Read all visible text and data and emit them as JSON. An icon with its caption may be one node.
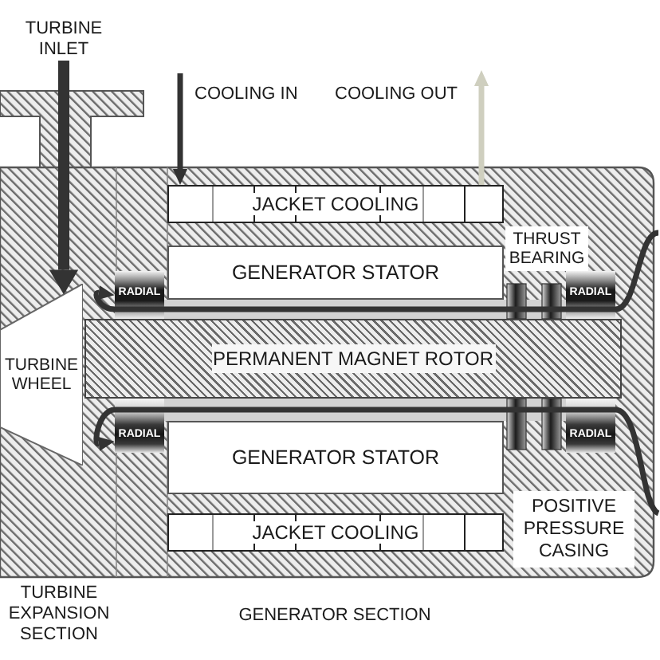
{
  "diagram": {
    "nodes": [
      {
        "text": [
          "TURBINE INLET"
        ]
      },
      {
        "text": [
          "JACKET COOLING"
        ]
      },
      {
        "text": [
          "GENERATOR STATOR"
        ]
      },
      {
        "text": [
          "THRUST BEARING"
        ]
      },
      {
        "text": [
          "RADIAL"
        ]
      },
      {
        "text": [
          "RADIAL"
        ]
      },
      {
        "text": [
          "TURBINE WHEEL"
        ]
      },
      {
        "text": [
          "PERMANENT MAGNET ROTOR"
        ]
      },
      {
        "text": [
          "RADIAL"
        ]
      },
      {
        "text": [
          "RADIAL"
        ]
      },
      {
        "text": [
          "GENERATOR STATOR"
        ]
      },
      {
        "text": [
          "POSITIVE PRESSURE CASING"
        ]
      },
      {
        "text": [
          "JACKET COOLING"
        ]
      }
    ],
    "edges": [
      {
        "from": 0,
        "to": 6,
        "arrow": "to",
        "style": "thick"
      },
      {
        "from": null,
        "to": 1,
        "arrow": "to",
        "label": "COOLING IN"
      },
      {
        "from": 1,
        "to": null,
        "arrow": "to",
        "label": "COOLING OUT",
        "color": "#cfcfbf"
      },
      {
        "from": null,
        "to": 6,
        "arrow": "to"
      },
      {
        "from": null,
        "to": 6,
        "arrow": "to"
      }
    ],
    "labels": [
      "TURBINE EXPANSION SECTION",
      "GENERATOR SECTION"
    ]
  }
}
